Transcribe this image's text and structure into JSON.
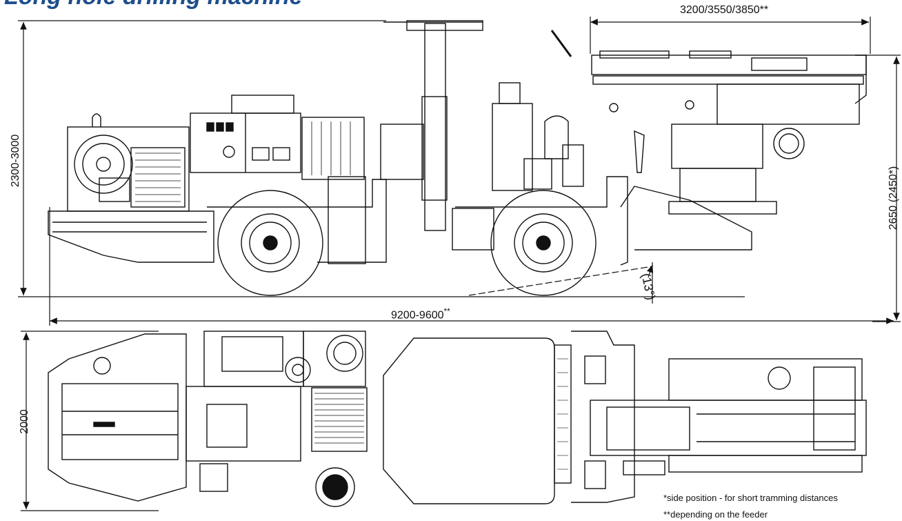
{
  "title": "Long hole drilling machine",
  "dimensions": {
    "feeder_length": "3200/3550/3850**",
    "height_range": "2300-3000",
    "side_height": "2650 (2450*)",
    "angle": "(13°)",
    "total_length": "9200-9600",
    "total_length_suffix": "**",
    "width": "2000"
  },
  "notes": {
    "side_position": "*side position - for short tramming distances",
    "feeder": "**depending on the feeder"
  }
}
